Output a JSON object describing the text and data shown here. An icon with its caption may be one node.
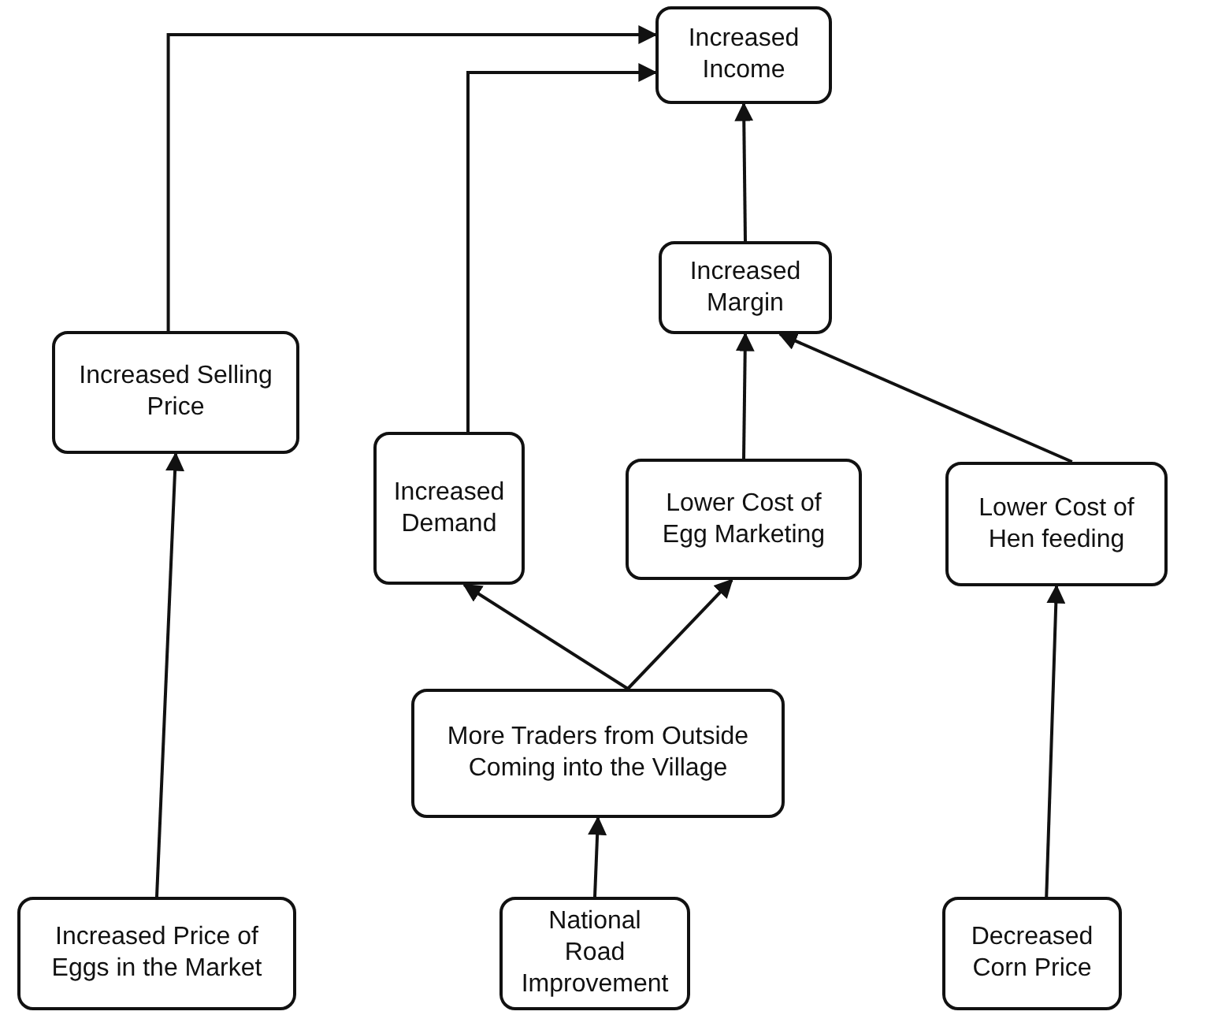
{
  "diagram": {
    "nodes": [
      {
        "text": [
          "Increased Income"
        ]
      },
      {
        "text": [
          "Increased Margin"
        ]
      },
      {
        "text": [
          "Increased Selling Price"
        ]
      },
      {
        "text": [
          "Increased Demand"
        ]
      },
      {
        "text": [
          "Lower Cost of Egg Marketing"
        ]
      },
      {
        "text": [
          "Lower Cost of Hen feeding"
        ]
      },
      {
        "text": [
          "More Traders from Outside Coming into the Village"
        ]
      },
      {
        "text": [
          "Increased Price of Eggs in the Market"
        ]
      },
      {
        "text": [
          "National Road Improvement"
        ]
      },
      {
        "text": [
          "Decreased Corn Price"
        ]
      }
    ],
    "edges": [
      {
        "from": 7,
        "to": 2,
        "arrow": "to"
      },
      {
        "from": 2,
        "to": 0,
        "arrow": "to"
      },
      {
        "from": 3,
        "to": 0,
        "arrow": "to"
      },
      {
        "from": 1,
        "to": 0,
        "arrow": "to"
      },
      {
        "from": 4,
        "to": 1,
        "arrow": "to"
      },
      {
        "from": 5,
        "to": 1,
        "arrow": "to"
      },
      {
        "from": 6,
        "to": 3,
        "arrow": "to"
      },
      {
        "from": 6,
        "to": 4,
        "arrow": "to"
      },
      {
        "from": 8,
        "to": 6,
        "arrow": "to"
      },
      {
        "from": 9,
        "to": 5,
        "arrow": "to"
      }
    ]
  }
}
